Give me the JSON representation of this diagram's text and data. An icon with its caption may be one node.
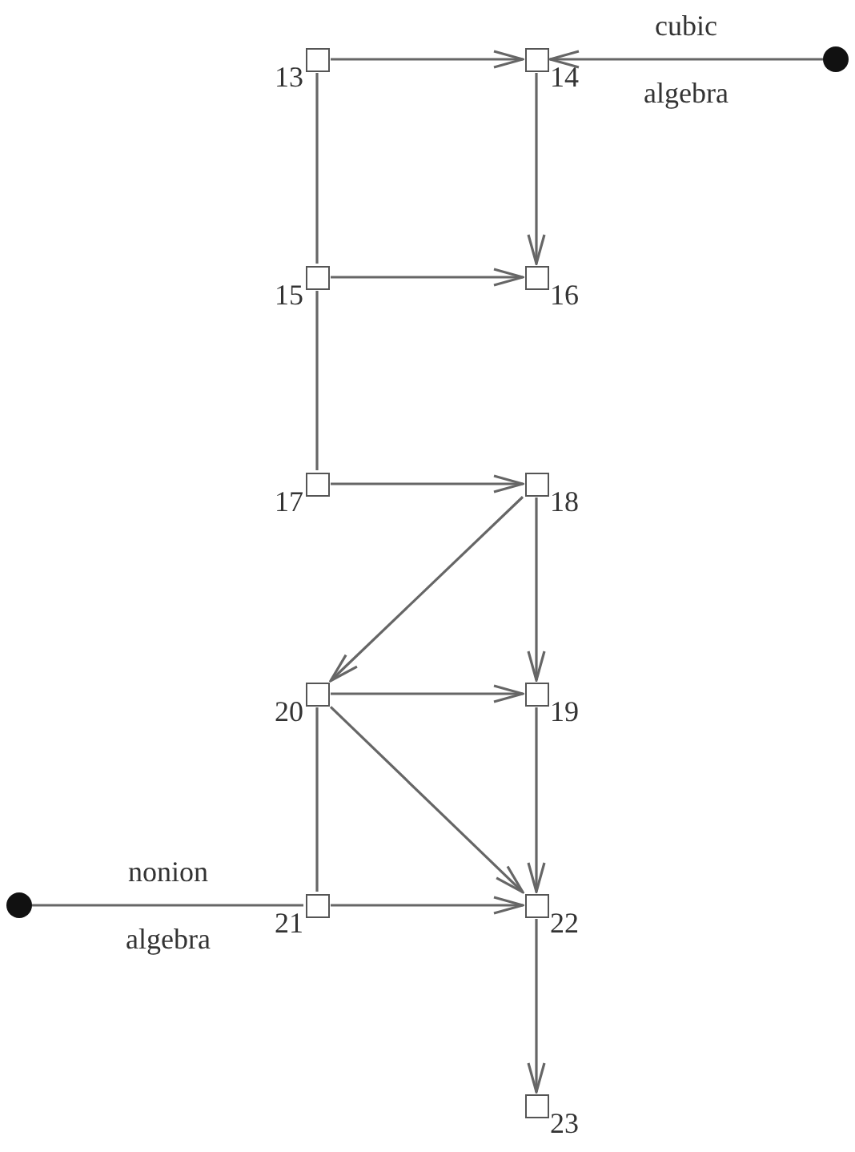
{
  "diagram": {
    "nodes": [
      {
        "text": [],
        "shape": "box",
        "beside": [
          "13"
        ]
      },
      {
        "text": [],
        "shape": "box",
        "beside": [
          "14"
        ]
      },
      {
        "text": [],
        "shape": "circle"
      },
      {
        "text": [],
        "shape": "box",
        "beside": [
          "15"
        ]
      },
      {
        "text": [],
        "shape": "box",
        "beside": [
          "16"
        ]
      },
      {
        "text": [],
        "shape": "box",
        "beside": [
          "17"
        ]
      },
      {
        "text": [],
        "shape": "box",
        "beside": [
          "18"
        ]
      },
      {
        "text": [],
        "shape": "box",
        "beside": [
          "20"
        ]
      },
      {
        "text": [],
        "shape": "box",
        "beside": [
          "19"
        ]
      },
      {
        "text": [],
        "shape": "circle"
      },
      {
        "text": [],
        "shape": "box",
        "beside": [
          "21"
        ]
      },
      {
        "text": [],
        "shape": "box",
        "beside": [
          "22"
        ]
      },
      {
        "text": [],
        "shape": "box",
        "beside": [
          "23"
        ]
      }
    ],
    "edges": [
      {
        "from": 0,
        "to": 1,
        "arrow": "to"
      },
      {
        "from": 2,
        "to": 1,
        "arrow": "to",
        "label": "cubic algebra"
      },
      {
        "from": 0,
        "to": 3,
        "arrow": "none"
      },
      {
        "from": 1,
        "to": 4,
        "arrow": "to"
      },
      {
        "from": 3,
        "to": 4,
        "arrow": "to"
      },
      {
        "from": 3,
        "to": 5,
        "arrow": "none"
      },
      {
        "from": 5,
        "to": 6,
        "arrow": "to"
      },
      {
        "from": 6,
        "to": 7,
        "arrow": "to"
      },
      {
        "from": 6,
        "to": 8,
        "arrow": "to"
      },
      {
        "from": 7,
        "to": 8,
        "arrow": "to"
      },
      {
        "from": 7,
        "to": 11,
        "arrow": "to"
      },
      {
        "from": 8,
        "to": 11,
        "arrow": "to"
      },
      {
        "from": 7,
        "to": 10,
        "arrow": "none"
      },
      {
        "from": 9,
        "to": 10,
        "arrow": "none",
        "label": "nonion algebra"
      },
      {
        "from": 10,
        "to": 11,
        "arrow": "to"
      },
      {
        "from": 11,
        "to": 12,
        "arrow": "to"
      }
    ]
  }
}
